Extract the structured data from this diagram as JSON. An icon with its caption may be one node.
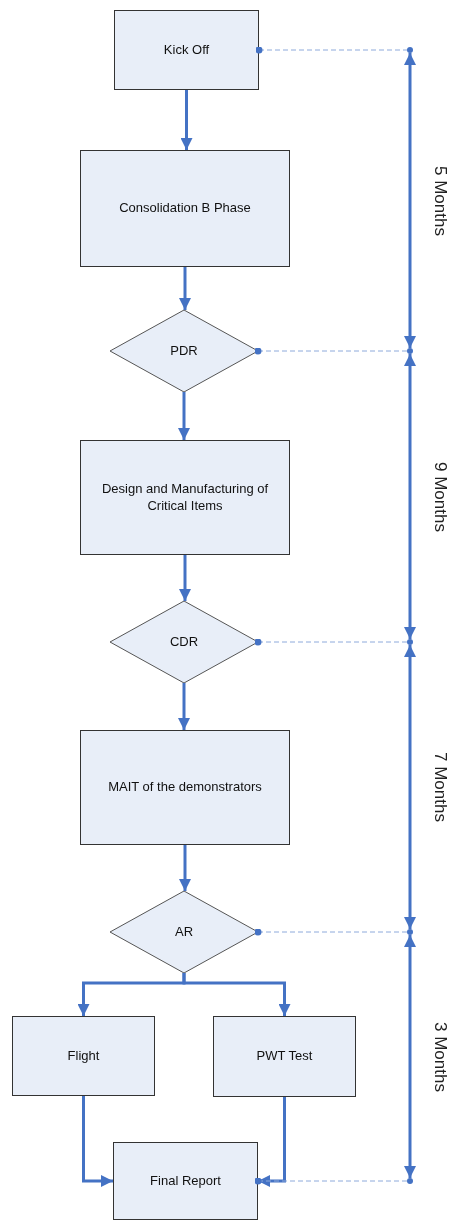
{
  "diagram": {
    "nodes": [
      {
        "text": [
          "Kick Off"
        ]
      },
      {
        "text": [
          "Consolidation B Phase"
        ]
      },
      {
        "text": [
          "PDR"
        ]
      },
      {
        "text": [
          "Design and Manufacturing of Critical Items"
        ]
      },
      {
        "text": [
          "CDR"
        ]
      },
      {
        "text": [
          "MAIT of the demonstrators"
        ]
      },
      {
        "text": [
          "AR"
        ]
      },
      {
        "text": [
          "Flight"
        ]
      },
      {
        "text": [
          "PWT Test"
        ]
      },
      {
        "text": [
          "Final Report"
        ]
      },
      {
        "text": [],
        "shape": "circle"
      },
      {
        "text": [],
        "shape": "circle"
      },
      {
        "text": [],
        "shape": "circle"
      },
      {
        "text": [],
        "shape": "circle"
      },
      {
        "text": [],
        "shape": "circle"
      }
    ],
    "edges": [
      {
        "from": 0,
        "to": 1,
        "arrow": "to"
      },
      {
        "from": 1,
        "to": 2,
        "arrow": "to"
      },
      {
        "from": 2,
        "to": 3,
        "arrow": "to"
      },
      {
        "from": 3,
        "to": 4,
        "arrow": "to"
      },
      {
        "from": 4,
        "to": 5,
        "arrow": "to"
      },
      {
        "from": 5,
        "to": 6,
        "arrow": "to"
      },
      {
        "from": 6,
        "to": 7,
        "arrow": "to"
      },
      {
        "from": 6,
        "to": 8,
        "arrow": "to"
      },
      {
        "from": 7,
        "to": 9,
        "arrow": "to"
      },
      {
        "from": 8,
        "to": 9,
        "arrow": "to"
      },
      {
        "from": 0,
        "to": 10,
        "arrow": "other",
        "style": "dashed",
        "color": "#8eaadb"
      },
      {
        "from": 2,
        "to": 11,
        "arrow": "other",
        "style": "dashed",
        "color": "#8eaadb"
      },
      {
        "from": 4,
        "to": 12,
        "arrow": "other",
        "style": "dashed",
        "color": "#8eaadb"
      },
      {
        "from": 6,
        "to": 13,
        "arrow": "other",
        "style": "dashed",
        "color": "#8eaadb"
      },
      {
        "from": 9,
        "to": 14,
        "arrow": "other",
        "style": "dashed",
        "color": "#8eaadb"
      },
      {
        "from": 10,
        "to": 11,
        "arrow": "both",
        "label": "5 Months"
      },
      {
        "from": 11,
        "to": 12,
        "arrow": "both",
        "label": "9 Months"
      },
      {
        "from": 12,
        "to": 13,
        "arrow": "both",
        "label": "7 Months"
      },
      {
        "from": 13,
        "to": 14,
        "arrow": "both",
        "label": "3 Months"
      }
    ]
  }
}
